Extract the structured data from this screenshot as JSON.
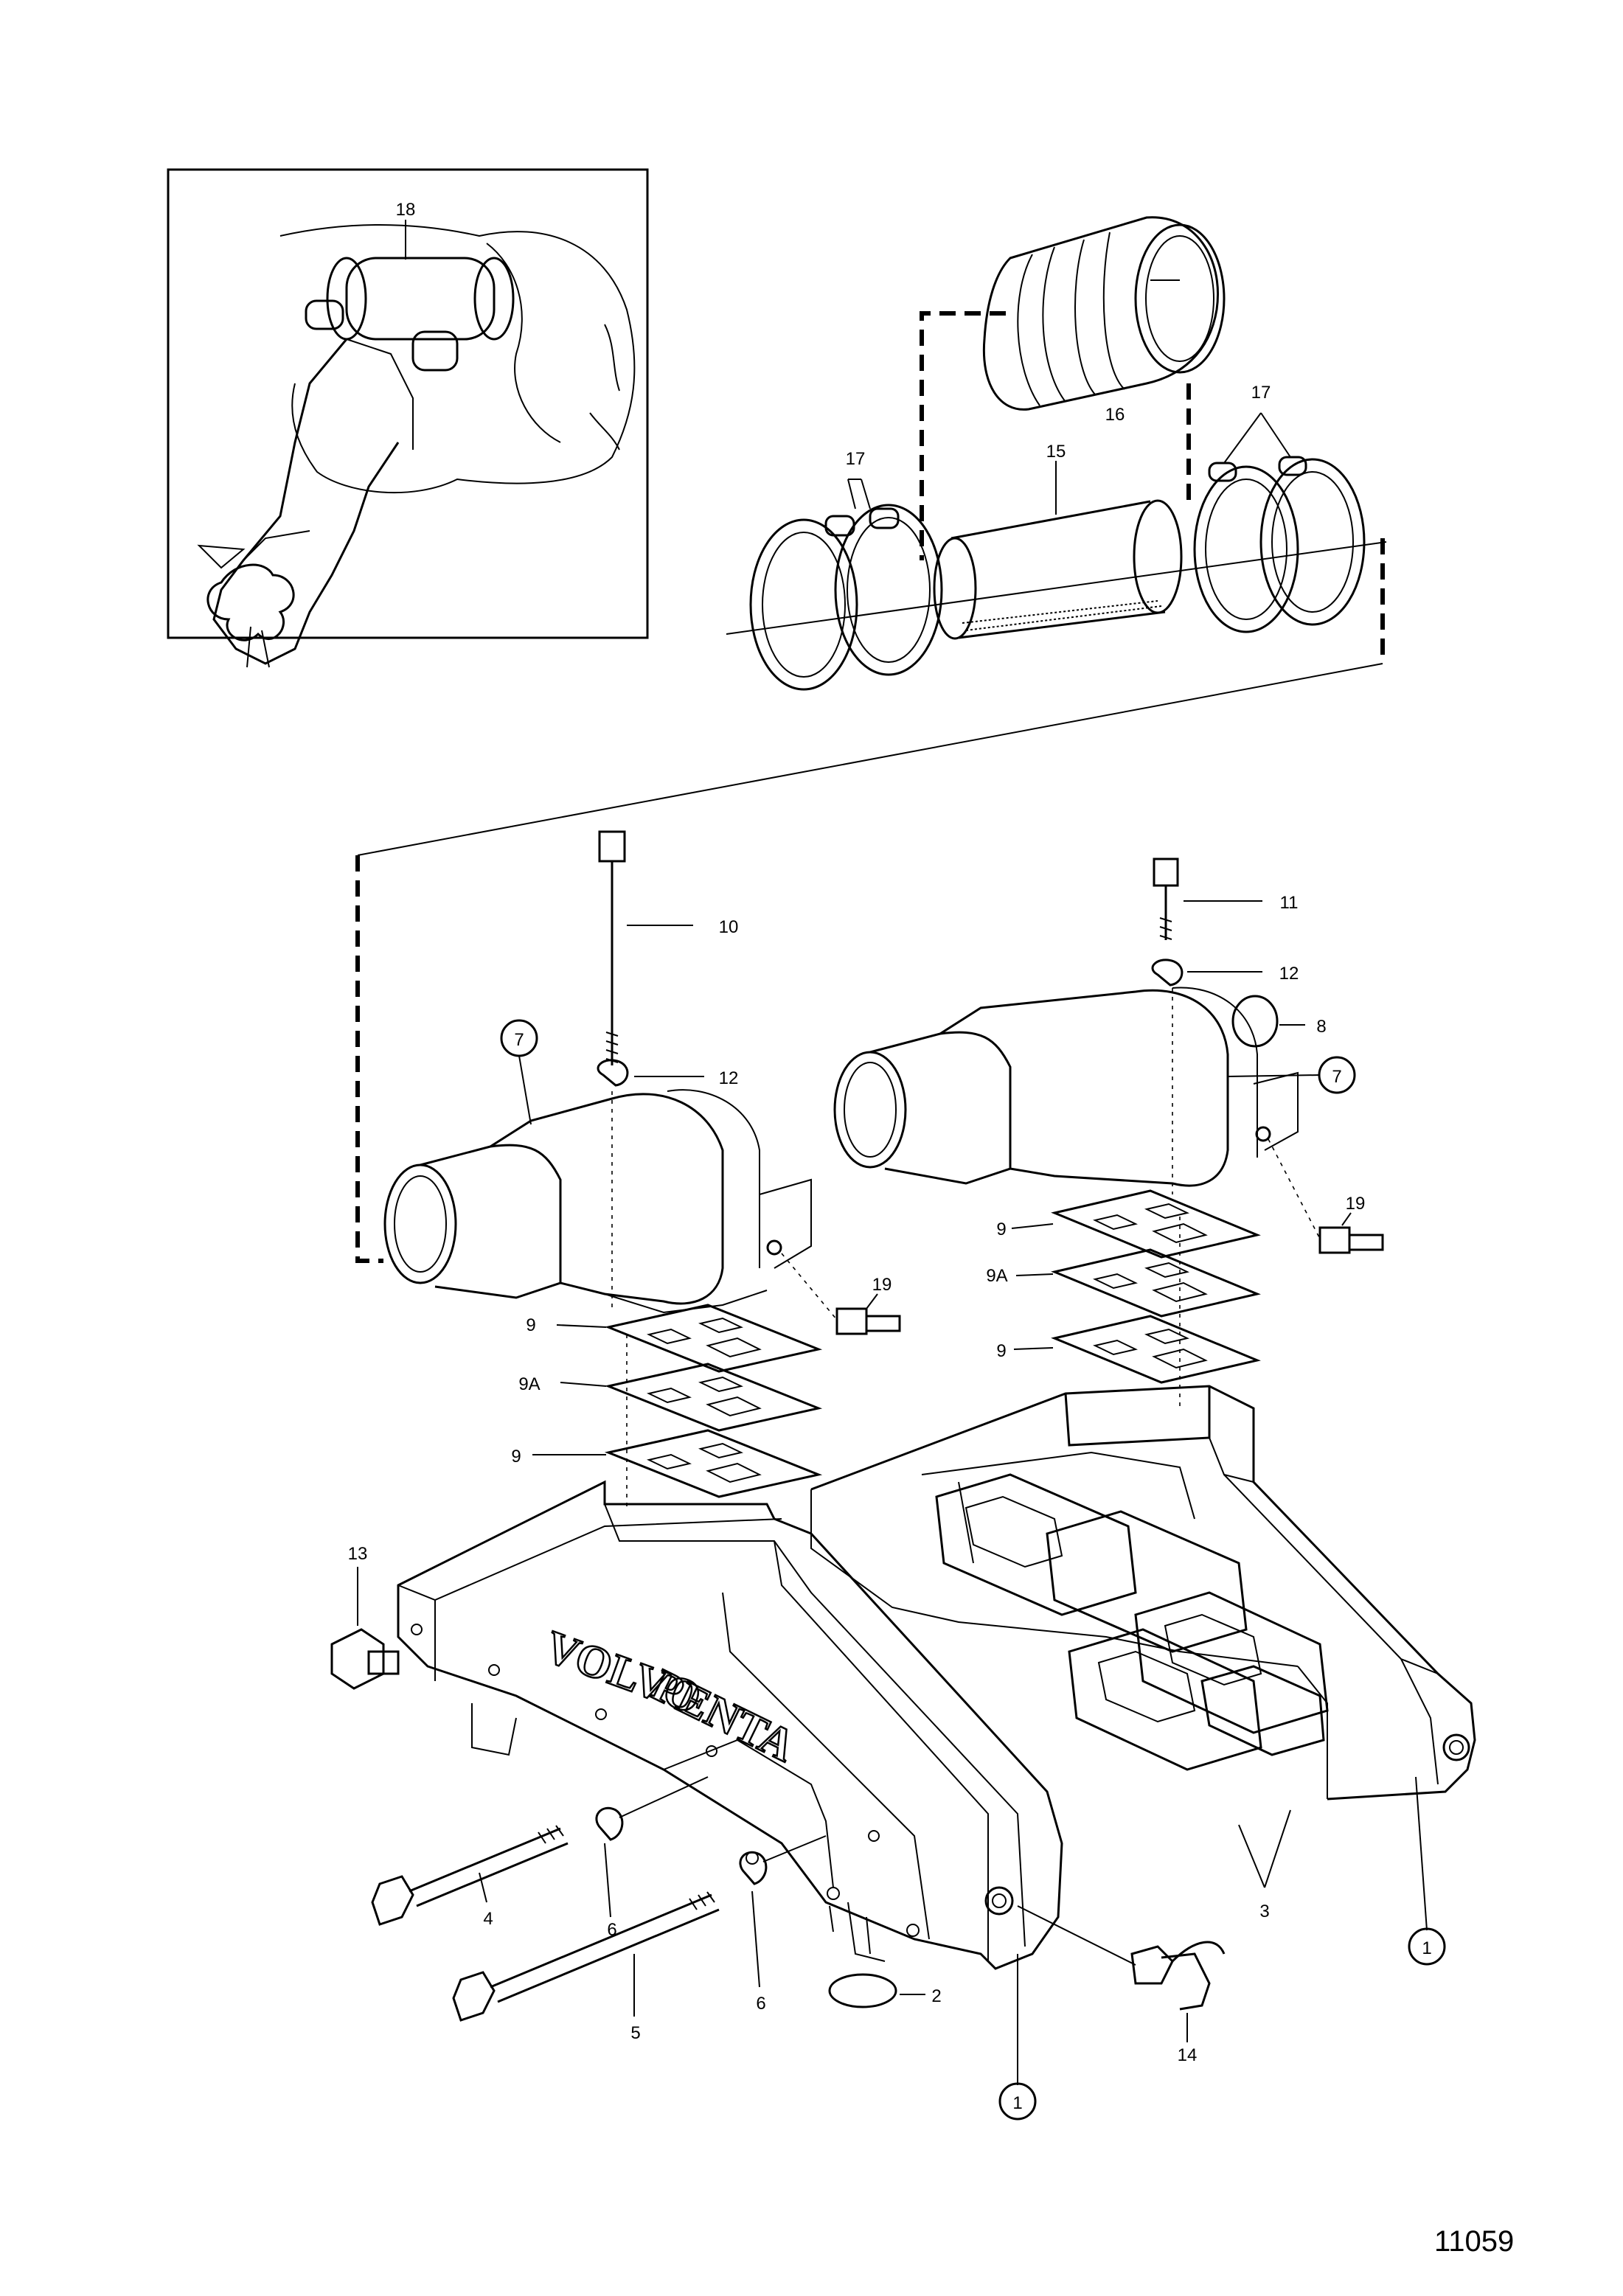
{
  "figure_number": "11059",
  "brand_text": {
    "line1": "VOLVO",
    "line2": "PENTA"
  },
  "callouts": {
    "c1a": "1",
    "c1b": "1",
    "c2": "2",
    "c3": "3",
    "c4": "4",
    "c5": "5",
    "c6a": "6",
    "c6b": "6",
    "c7a": "7",
    "c7b": "7",
    "c8": "8",
    "c9a": "9",
    "c9b": "9",
    "c9c": "9",
    "c9d": "9",
    "c9Aa": "9A",
    "c9Ab": "9A",
    "c10": "10",
    "c11": "11",
    "c12a": "12",
    "c12b": "12",
    "c13": "13",
    "c14": "14",
    "c15": "15",
    "c16": "16",
    "c17a": "17",
    "c17b": "17",
    "c18": "18",
    "c19a": "19",
    "c19b": "19"
  }
}
